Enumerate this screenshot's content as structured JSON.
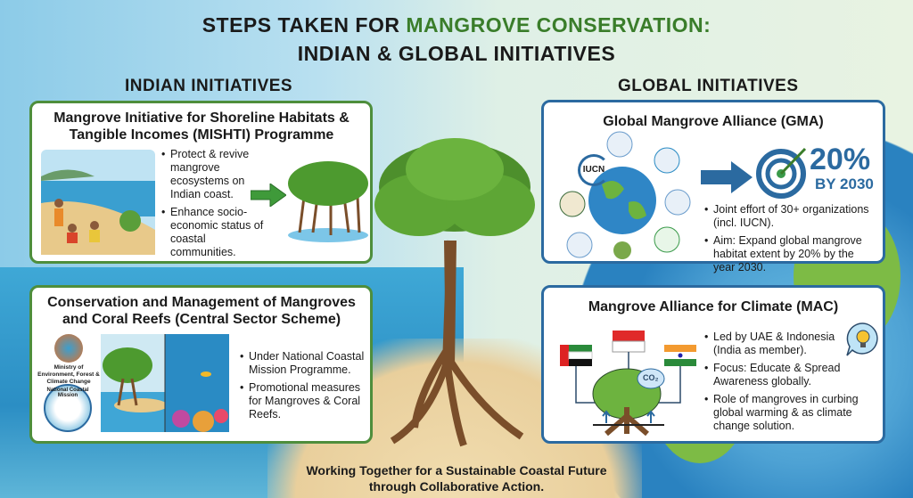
{
  "title": {
    "line1_a": "STEPS TAKEN FOR ",
    "line1_b": "MANGROVE CONSERVATION:",
    "line2": "INDIAN & GLOBAL INITIATIVES"
  },
  "indian": {
    "heading": "INDIAN INITIATIVES",
    "mishti": {
      "title": "Mangrove Initiative for Shoreline Habitats & Tangible Incomes (MISHTI) Programme",
      "bullets": [
        "Protect & revive mangrove ecosystems on Indian coast.",
        "Enhance socio-economic status of coastal communities."
      ]
    },
    "cmmcr": {
      "title": "Conservation and Management of Mangroves and Coral Reefs (Central Sector Scheme)",
      "logo1_caption": "Ministry of Environment, Forest & Climate Change",
      "logo2_text": "National Coastal Mission",
      "bullets": [
        "Under National Coastal Mission Programme.",
        "Promotional measures for Mangroves & Coral Reefs."
      ]
    }
  },
  "global": {
    "heading": "GLOBAL INITIATIVES",
    "gma": {
      "title": "Global Mangrove Alliance (GMA)",
      "iucn": "IUCN",
      "target_value": "20%",
      "target_year": "BY 2030",
      "bullets": [
        "Joint effort of 30+ organizations (incl. IUCN).",
        "Aim: Expand global mangrove habitat extent by 20% by the year 2030."
      ]
    },
    "mac": {
      "title": "Mangrove Alliance for Climate (MAC)",
      "co2": "CO₂",
      "bullets": [
        "Led by UAE & Indonesia (India as member).",
        "Focus: Educate & Spread Awareness globally.",
        "Role of mangroves in curbing global warming & as climate change solution."
      ]
    }
  },
  "footer": {
    "line1": "Working Together for a Sustainable Coastal Future",
    "line2": "through Collaborative Action."
  },
  "colors": {
    "green": "#3a7d2a",
    "blue": "#2b6aa0"
  }
}
